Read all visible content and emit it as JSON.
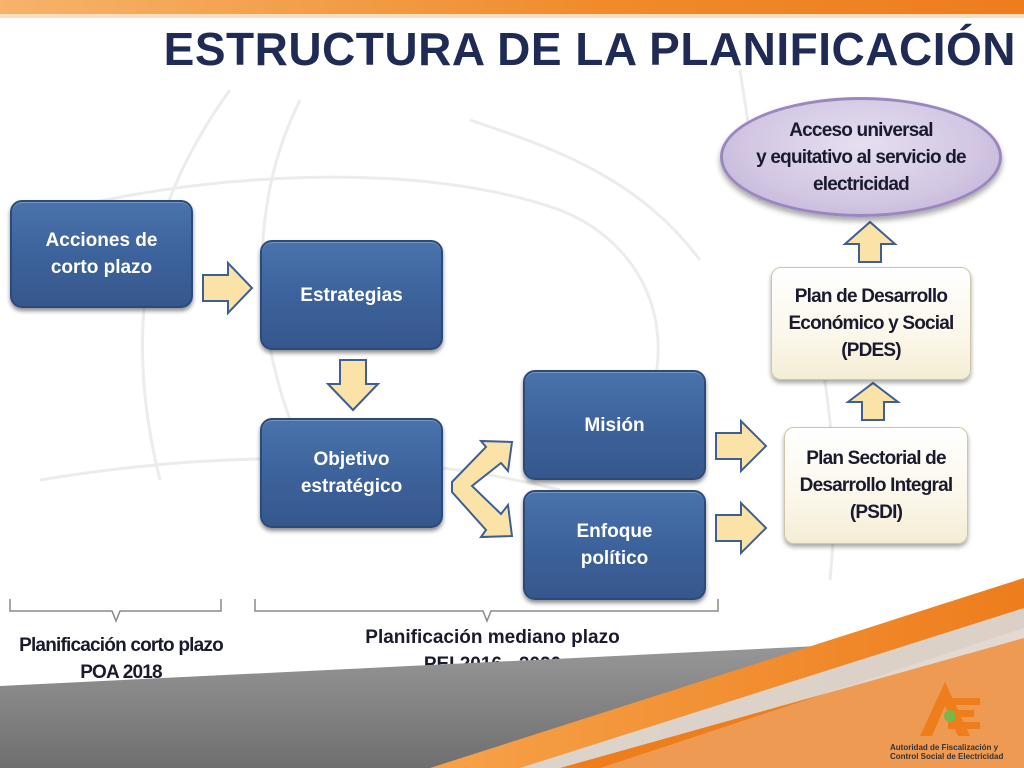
{
  "title": "ESTRUCTURA DE LA PLANIFICACIÓN",
  "nodes": {
    "acciones": "Acciones de\ncorto plazo",
    "estrategias": "Estrategias",
    "objetivo": "Objetivo\nestratégico",
    "mision": "Misión",
    "enfoque": "Enfoque\npolítico",
    "psdi": "Plan Sectorial de\nDesarrollo Integral\n(PSDI)",
    "pdes": "Plan de Desarrollo\nEconómico y Social\n(PDES)",
    "acceso": "Acceso universal\ny equitativo al servicio de\nelectricidad"
  },
  "brackets": {
    "corto": "Planificación corto  plazo\nPOA 2018",
    "mediano": "Planificación mediano plazo\nPEI 2016 - 2020"
  },
  "logo": {
    "line1": "Autoridad de Fiscalización y",
    "line2": "Control Social de Electricidad"
  },
  "colors": {
    "box_blue": "#3d639c",
    "arrow_fill": "#fbe3a8",
    "arrow_stroke": "#3d5f94",
    "accent_orange": "#ee7d1c",
    "title_navy": "#1f2b55"
  }
}
